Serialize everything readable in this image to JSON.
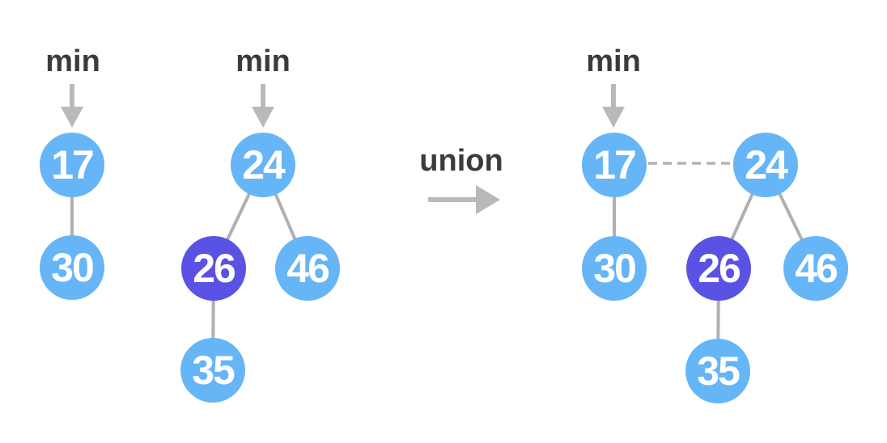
{
  "labels": {
    "min_heap1": "min",
    "min_heap2": "min",
    "min_result": "min",
    "union": "union"
  },
  "nodes": {
    "heap1": {
      "root": "17",
      "child": "30"
    },
    "heap2": {
      "root": "24",
      "left_child": "26",
      "right_child": "46",
      "grandchild": "35"
    },
    "result": {
      "min_root": "17",
      "min_child": "30",
      "second_root": "24",
      "second_left": "26",
      "second_right": "46",
      "second_grandchild": "35"
    }
  },
  "colors": {
    "node_blue": "#66b5f7",
    "node_purple": "#5a52e4",
    "edge": "#b0b0b0",
    "arrow": "#b9b9b9",
    "dashed_link": "#b3b3b3",
    "label_text": "#3b3b3f",
    "node_text": "#ffffff",
    "background": "#ffffff"
  }
}
